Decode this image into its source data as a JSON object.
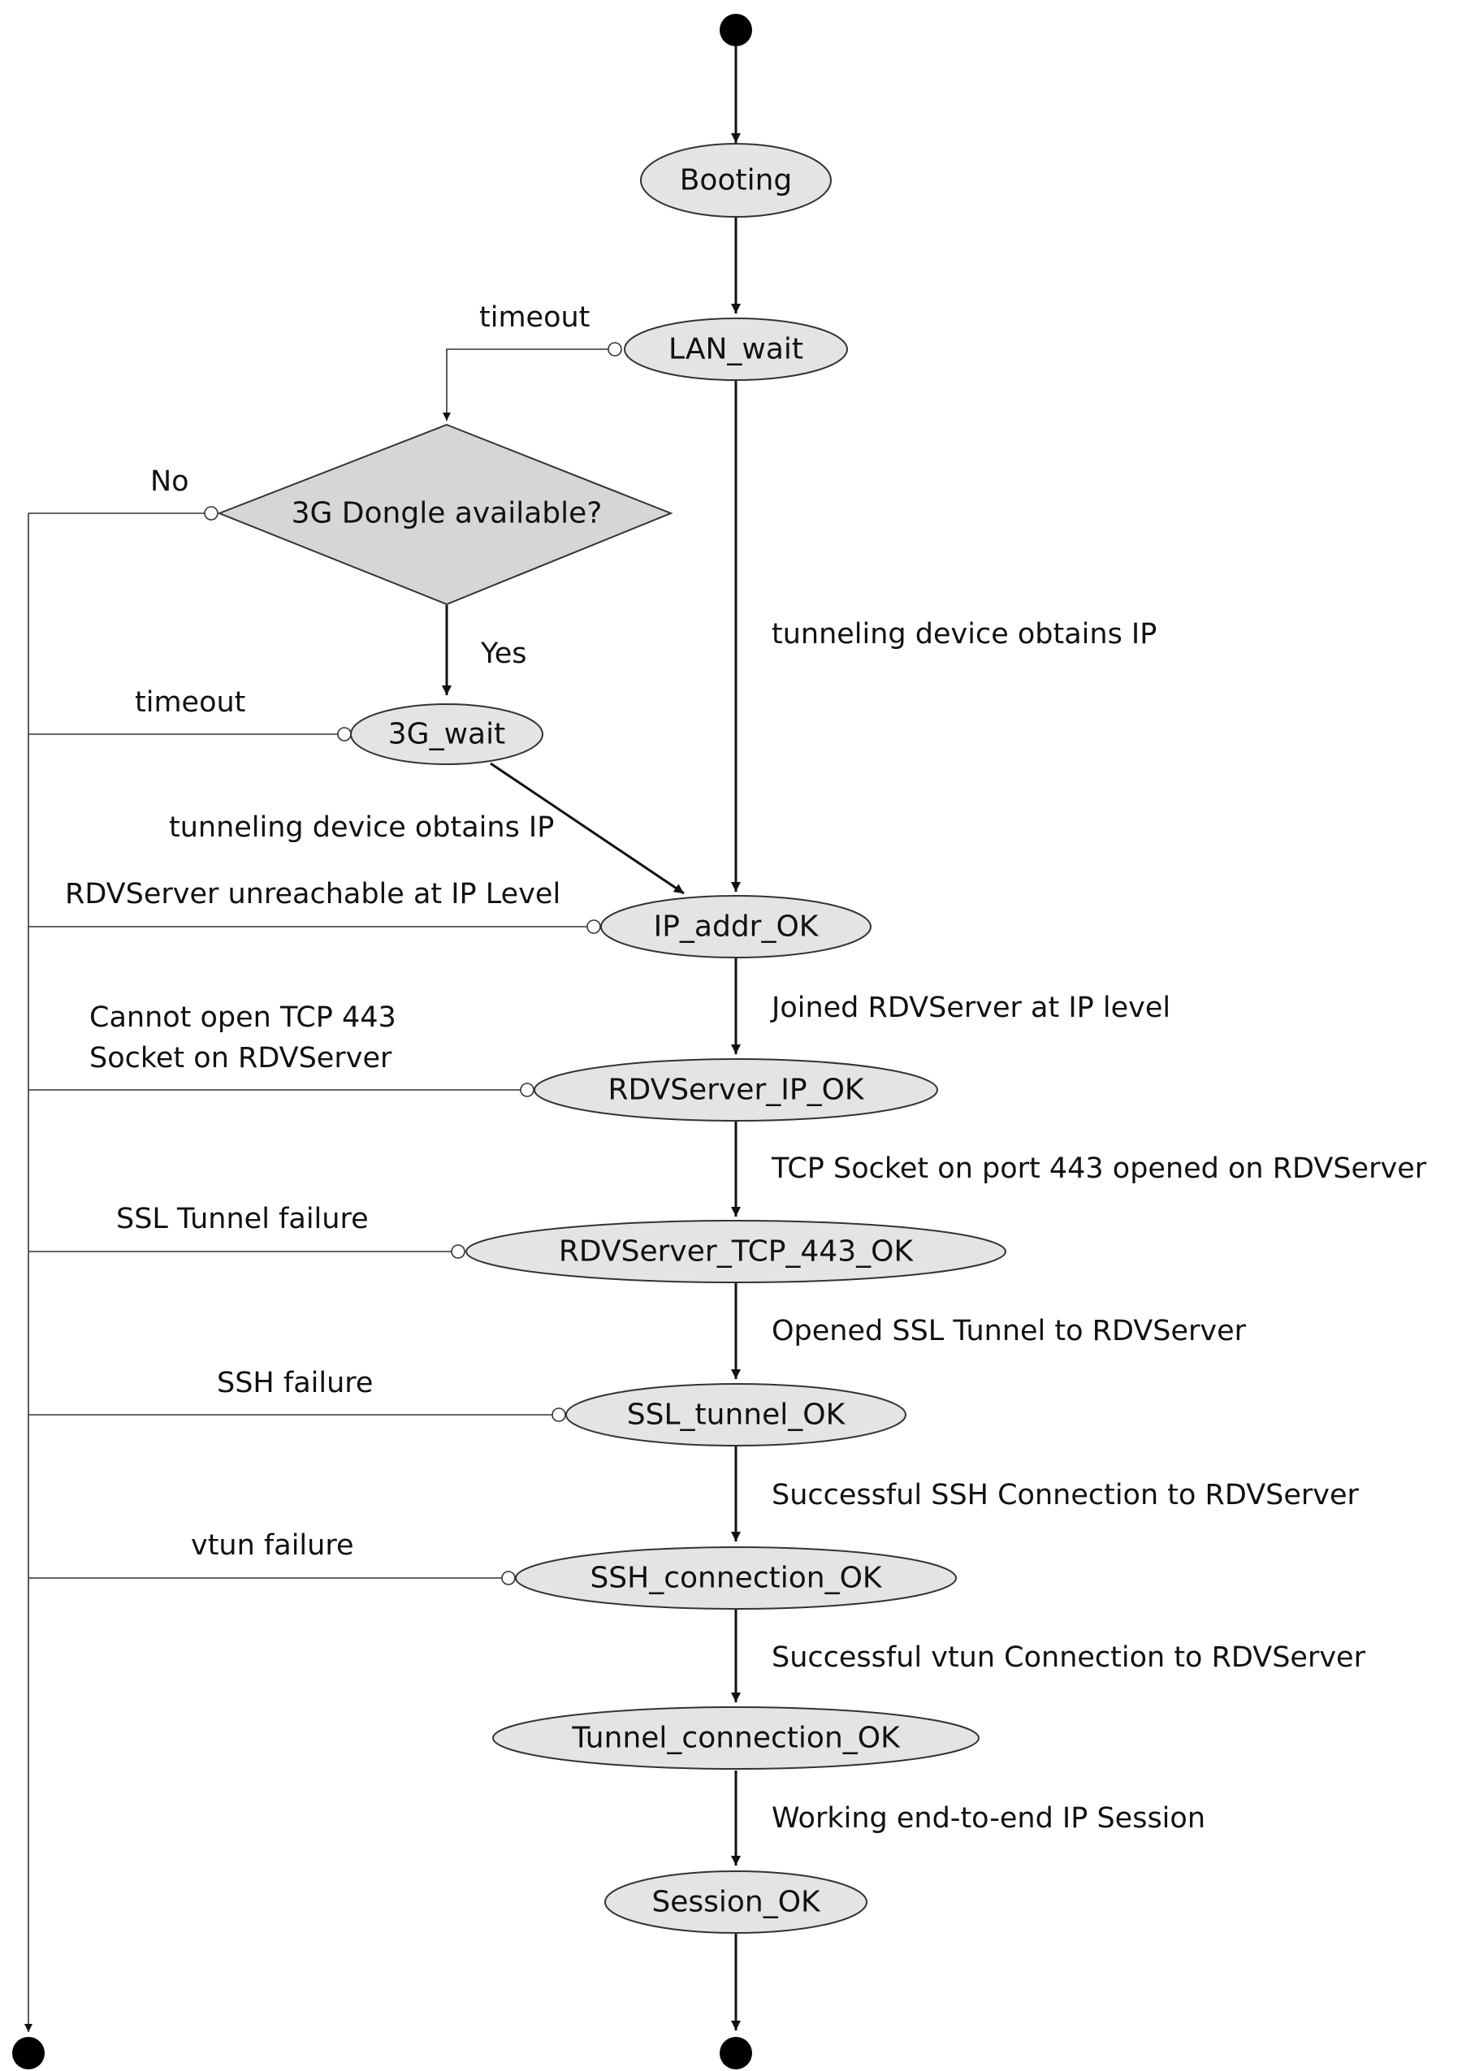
{
  "nodes": {
    "booting": "Booting",
    "lan_wait": "LAN_wait",
    "dongle": "3G Dongle available?",
    "g3_wait": "3G_wait",
    "ip_addr_ok": "IP_addr_OK",
    "rdv_ip_ok": "RDVServer_IP_OK",
    "rdv_tcp_ok": "RDVServer_TCP_443_OK",
    "ssl_ok": "SSL_tunnel_OK",
    "ssh_ok": "SSH_connection_OK",
    "tunnel_ok": "Tunnel_connection_OK",
    "session_ok": "Session_OK"
  },
  "edges": {
    "lan_timeout": "timeout",
    "dongle_no": "No",
    "dongle_yes": "Yes",
    "g3_timeout": "timeout",
    "lan_obtains_ip": "tunneling device obtains IP",
    "g3_obtains_ip": "tunneling device obtains IP",
    "rdv_unreachable": "RDVServer unreachable at IP Level",
    "tcp_fail_line1": "Cannot open TCP 443",
    "tcp_fail_line2": "Socket on RDVServer",
    "ssl_failure": "SSL Tunnel failure",
    "ssh_failure": "SSH failure",
    "vtun_failure": "vtun failure",
    "joined": "Joined RDVServer at IP level",
    "tcp_opened": "TCP Socket on port 443 opened on RDVServer",
    "ssl_opened": "Opened SSL Tunnel to RDVServer",
    "ssh_success": "Successful SSH Connection to RDVServer",
    "vtun_success": "Successful vtun Connection to RDVServer",
    "working": "Working end-to-end IP Session"
  }
}
